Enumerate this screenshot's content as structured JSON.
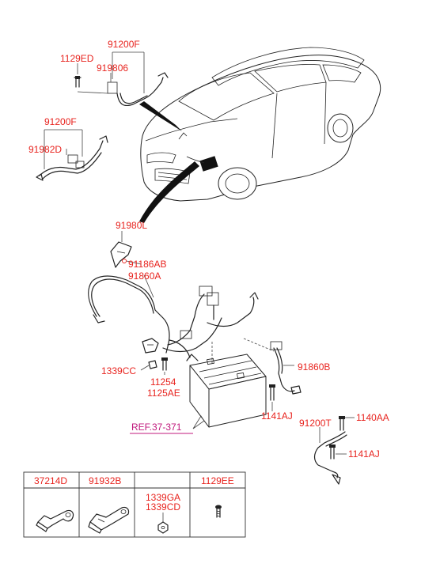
{
  "labels": {
    "p91200F_top": "91200F",
    "p1129ED": "1129ED",
    "p919806": "919806",
    "p91200F_mid": "91200F",
    "p91982D": "91982D",
    "p91980L": "91980L",
    "p91186AB": "91186AB",
    "p91860A": "91860A",
    "p1339CC": "1339CC",
    "p11254": "11254",
    "p1125AE": "1125AE",
    "p91860B": "91860B",
    "p1141AJ_a": "1141AJ",
    "p91200T": "91200T",
    "p1140AA": "1140AA",
    "p1141AJ_b": "1141AJ",
    "ref": "REF.37-371"
  },
  "table": {
    "headers": [
      "37214D",
      "91932B",
      "",
      "1129EE"
    ],
    "cell3_line1": "1339GA",
    "cell3_line2": "1339CD"
  },
  "colors": {
    "label": "#e8231e",
    "reference": "#c0187c",
    "line": "#222222"
  }
}
